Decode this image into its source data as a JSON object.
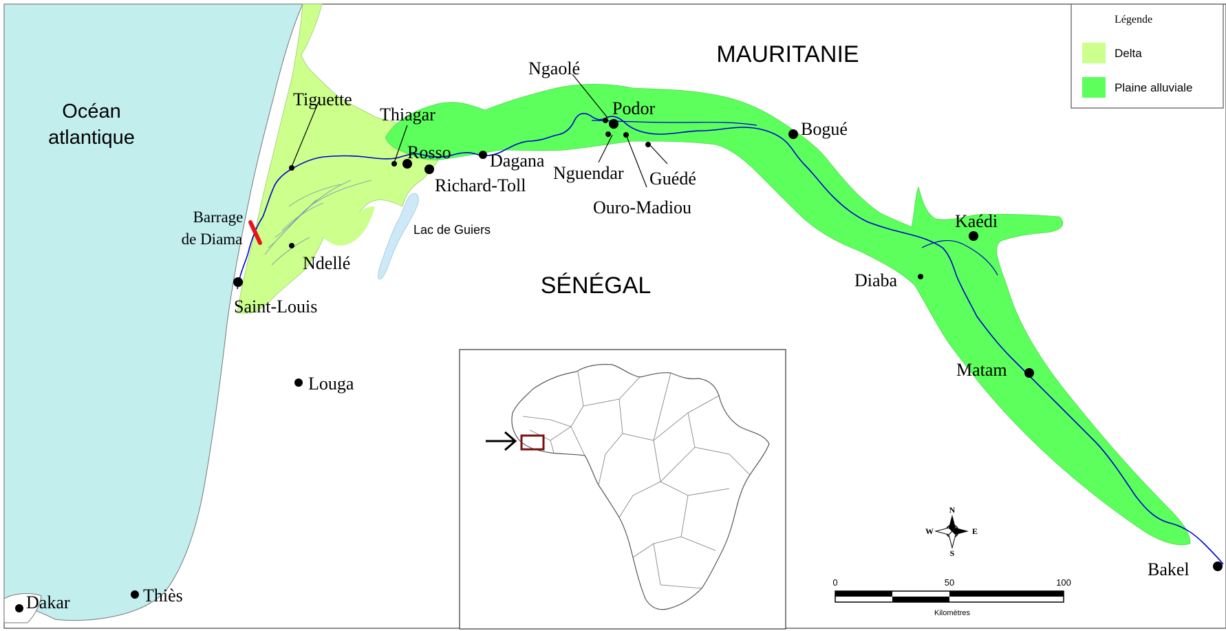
{
  "regions": {
    "ocean_line1": "Océan",
    "ocean_line2": "atlantique",
    "mauritania": "MAURITANIE",
    "senegal": "SÉNÉGAL",
    "lake": "Lac de Guiers"
  },
  "places": {
    "tiguette": "Tiguette",
    "thiagar": "Thiagar",
    "rosso": "Rosso",
    "dagana": "Dagana",
    "richard_toll": "Richard-Toll",
    "ngaole": "Ngaolé",
    "podor": "Podor",
    "nguendar": "Nguendar",
    "guede": "Guédé",
    "ouro_madiou": "Ouro-Madiou",
    "bogue": "Bogué",
    "kaedi": "Kaédi",
    "diaba": "Diaba",
    "matam": "Matam",
    "bakel": "Bakel",
    "barrage_line1": "Barrage",
    "barrage_line2": "de Diama",
    "ndelle": "Ndellé",
    "saint_louis": "Saint-Louis",
    "louga": "Louga",
    "thies": "Thiès",
    "dakar": "Dakar"
  },
  "legend": {
    "title": "Légende",
    "items": [
      {
        "label": "Delta",
        "color": "#ccff8c"
      },
      {
        "label": "Plaine alluviale",
        "color": "#5cff5c"
      }
    ]
  },
  "compass": {
    "n": "N",
    "s": "S",
    "e": "E",
    "w": "W"
  },
  "scale_bar": {
    "ticks": [
      "0",
      "50",
      "100"
    ],
    "unit": "Kilomètres"
  },
  "colors": {
    "ocean": "#c3eeee",
    "delta": "#ccff8c",
    "floodplain": "#5cff5c",
    "river": "#0000cc",
    "dam": "#e8141c",
    "lake": "#cde9f7",
    "inset_marker": "#7a1010"
  }
}
